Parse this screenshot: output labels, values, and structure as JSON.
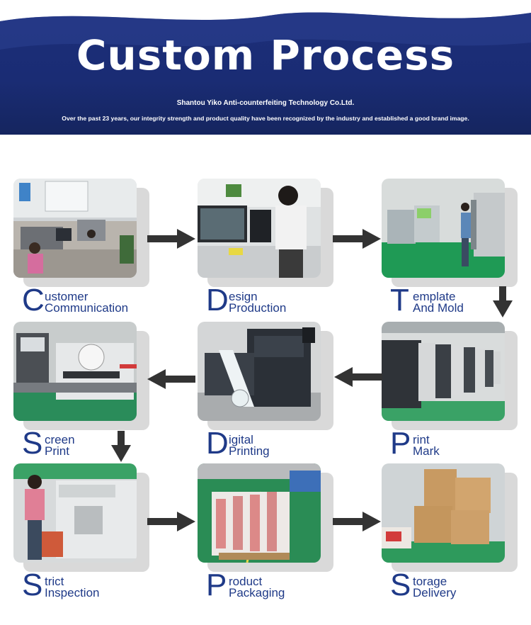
{
  "banner": {
    "title": "Custom Process",
    "company": "Shantou Yiko Anti-counterfeiting Technology Co.Ltd.",
    "subtitle": "Over the past 23 years, our integrity strength and product quality have been recognized by the industry and established a good brand image."
  },
  "steps": [
    {
      "initial": "C",
      "line1": "ustomer",
      "line2": "Communication",
      "icon": "office-photo"
    },
    {
      "initial": "D",
      "line1": "esign",
      "line2": "Production",
      "icon": "designer-photo"
    },
    {
      "initial": "T",
      "line1": "emplate",
      "line2": "And Mold",
      "icon": "factory-photo"
    },
    {
      "initial": "S",
      "line1": "creen",
      "line2": "Print",
      "icon": "screen-printer-photo"
    },
    {
      "initial": "D",
      "line1": "igital",
      "line2": "Printing",
      "icon": "digital-printer-photo"
    },
    {
      "initial": "P",
      "line1": "rint",
      "line2": "Mark",
      "icon": "press-line-photo"
    },
    {
      "initial": "S",
      "line1": "trict",
      "line2": "Inspection",
      "icon": "inspection-photo"
    },
    {
      "initial": "P",
      "line1": "roduct",
      "line2": "Packaging",
      "icon": "label-rolls-photo"
    },
    {
      "initial": "S",
      "line1": "torage",
      "line2": "Delivery",
      "icon": "cartons-photo"
    }
  ],
  "colors": {
    "accent": "#1f3a88",
    "banner": "#1a2c74",
    "arrow": "#333333"
  }
}
